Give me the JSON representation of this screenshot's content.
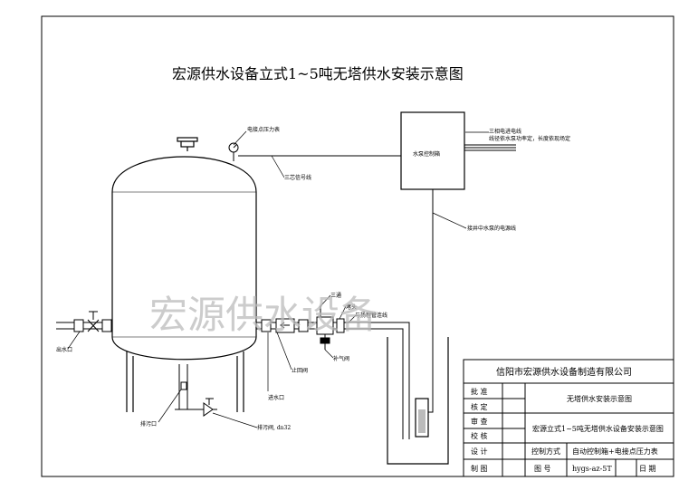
{
  "title": "宏源供水设备立式1~5吨无塔供水安装示意图",
  "watermark": "宏源供水设备",
  "labels": {
    "gauge": "电接点压力表",
    "signal_line": "三芯信号线",
    "control_box": "水泵控制箱",
    "power_line_1": "三相电进电线",
    "power_line_2": "线径依水泵功率定，长度依现场定",
    "pump_power": "接井中水泵的电源线",
    "tee": "三通",
    "plug": "堵头",
    "pipe_conn": "与扬程管连线",
    "outlet": "出水口",
    "check_valve": "止回阀",
    "inlet": "进水口",
    "air_valve": "补气阀",
    "drain_port": "排污口",
    "drain_valve": "排污阀, dn32"
  },
  "titleblock": {
    "company": "信阳市宏源供水设备制造有限公司",
    "rows": [
      "批  准",
      "核  定",
      "审  查",
      "校  核",
      "设  计",
      "制  图"
    ],
    "name1": "无塔供水安装示意图",
    "name2": "宏源立式1~5吨无塔供水设备安装示意图",
    "ctrl_label": "控制方式",
    "ctrl_value": "自动控制箱+电接点压力表",
    "num_label": "图  号",
    "num_value": "hygs-az-5T",
    "date_label": "日  期"
  }
}
